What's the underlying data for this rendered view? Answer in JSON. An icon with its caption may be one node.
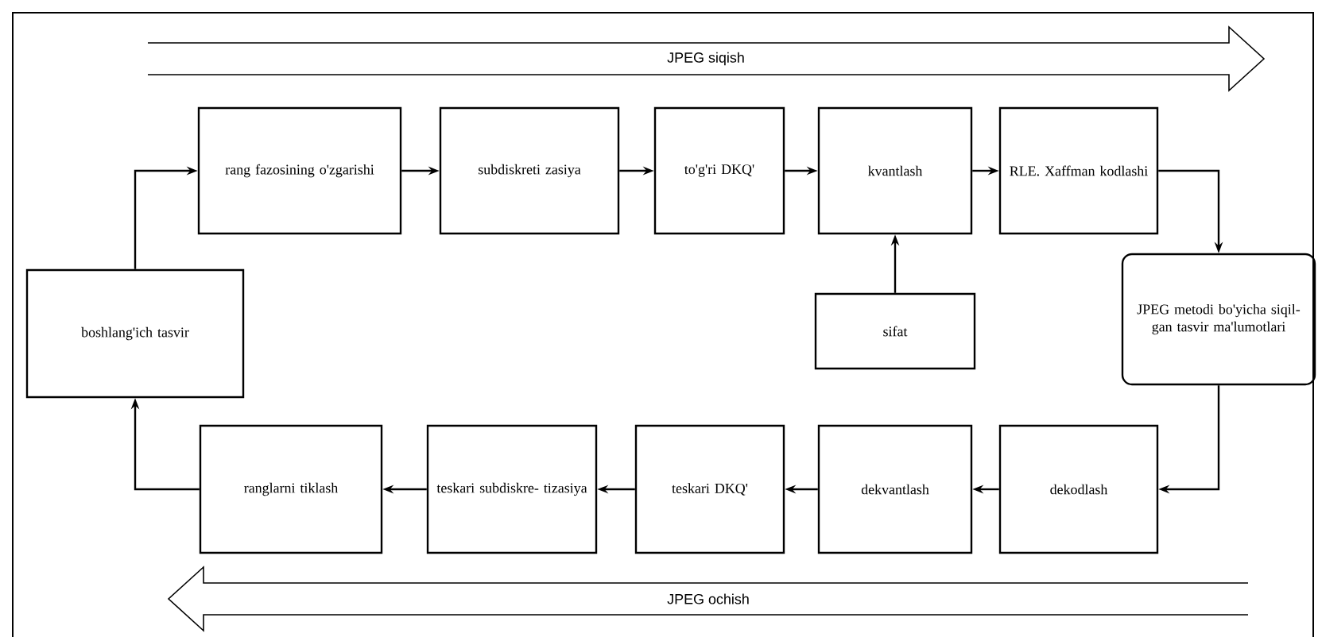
{
  "diagram": {
    "nodes": [
      {
        "text": [
          "JPEG siqish"
        ]
      },
      {
        "text": [
          "rang fazosining o'zgarishi"
        ]
      },
      {
        "text": [
          "subdiskreti zasiya"
        ]
      },
      {
        "text": [
          "to'g'ri DKQ'"
        ]
      },
      {
        "text": [
          "kvantlash"
        ]
      },
      {
        "text": [
          "RLE. Xaffman kodlashi"
        ]
      },
      {
        "text": [
          "sifat"
        ]
      },
      {
        "text": [
          "JPEG metodi bo'yicha siqil- gan tasvir ma'lumotlari"
        ]
      },
      {
        "text": [
          "dekodlash"
        ]
      },
      {
        "text": [
          "dekvantlash"
        ]
      },
      {
        "text": [
          "teskari DKQ'"
        ]
      },
      {
        "text": [
          "teskari subdiskre- tizasiya"
        ]
      },
      {
        "text": [
          "ranglarni tiklash"
        ]
      },
      {
        "text": [
          "boshlang'ich tasvir"
        ]
      },
      {
        "text": [
          "JPEG ochish"
        ]
      }
    ],
    "edges": [
      {
        "from": 13,
        "to": 1,
        "arrow": "to"
      },
      {
        "from": 1,
        "to": 2,
        "arrow": "to"
      },
      {
        "from": 2,
        "to": 3,
        "arrow": "to"
      },
      {
        "from": 3,
        "to": 4,
        "arrow": "to"
      },
      {
        "from": 4,
        "to": 5,
        "arrow": "to"
      },
      {
        "from": 6,
        "to": 4,
        "arrow": "to"
      },
      {
        "from": 5,
        "to": 7,
        "arrow": "to"
      },
      {
        "from": 7,
        "to": 8,
        "arrow": "to"
      },
      {
        "from": 8,
        "to": 9,
        "arrow": "to"
      },
      {
        "from": 9,
        "to": 10,
        "arrow": "to"
      },
      {
        "from": 10,
        "to": 11,
        "arrow": "to"
      },
      {
        "from": 11,
        "to": 12,
        "arrow": "to"
      },
      {
        "from": 12,
        "to": 13,
        "arrow": "to"
      }
    ]
  }
}
